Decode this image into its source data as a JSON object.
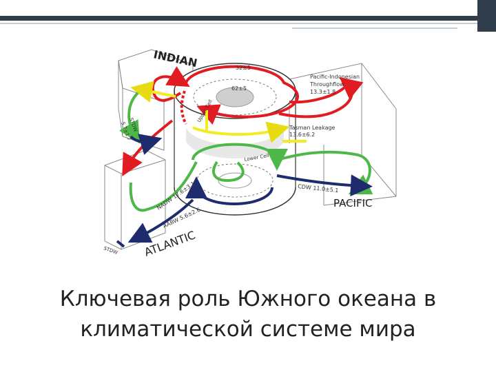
{
  "slide": {
    "caption_line1": "Ключевая роль Южного океана в",
    "caption_line2": "климатической системе мира"
  },
  "diagram": {
    "labels": {
      "indian": "INDIAN",
      "pacific": "PACIFIC",
      "atlantic": "ATLANTIC",
      "value_top": "32±5",
      "value_inner": "62±5",
      "throughflow_line1": "Pacific-Indonesian",
      "throughflow_line2": "Throughflow",
      "throughflow_line3": "13.3±1.8",
      "tasman_line1": "Tasman Leakage",
      "tasman_line2": "13.6±6.2",
      "cdw": "CDW 11.0±5.1",
      "nadw": "NADW 17.6±3.1",
      "aabw": "AABW 5.6±2.6",
      "upper_cell": "Upper Cell",
      "lower_cell": "Lower Cell",
      "stdw_indian": "STDW",
      "stdw_values": "5.7±1.7",
      "stdw_atlantic": "STDW"
    },
    "colors": {
      "red": "#e11b22",
      "yellow": "#f4ec22",
      "green": "#4db848",
      "navy": "#1e2c6e",
      "box": "#8a8a8a"
    }
  }
}
